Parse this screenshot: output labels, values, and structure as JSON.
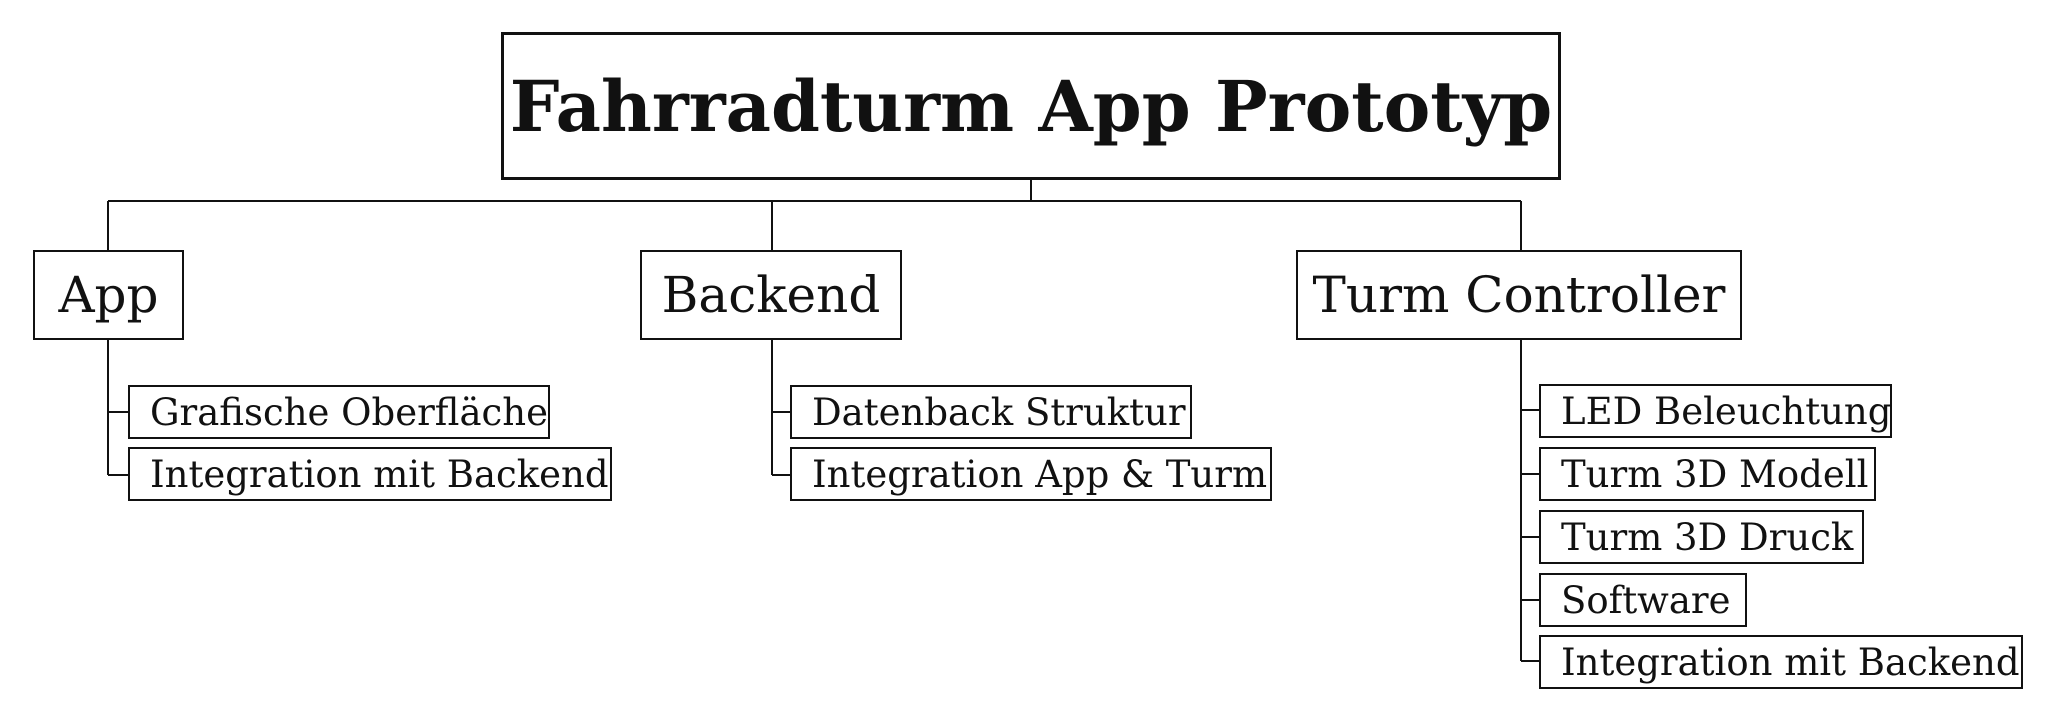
{
  "title": "Fahrradturm App Prototyp",
  "branches": [
    {
      "label": "App",
      "items": [
        "Grafische Oberfläche",
        "Integration mit Backend"
      ]
    },
    {
      "label": "Backend",
      "items": [
        "Datenback Struktur",
        "Integration App & Turm"
      ]
    },
    {
      "label": "Turm Controller",
      "items": [
        "LED Beleuchtung",
        "Turm 3D Modell",
        "Turm 3D Druck",
        "Software",
        "Integration mit Backend"
      ]
    }
  ]
}
